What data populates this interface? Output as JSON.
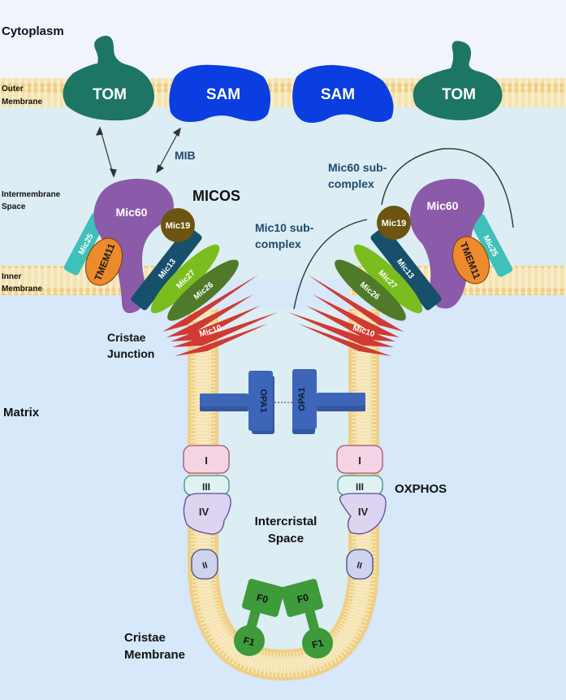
{
  "regions": {
    "cytoplasm": "Cytoplasm",
    "outer_membrane": [
      "Outer",
      "Membrane"
    ],
    "intermembrane_space": [
      "Intermembrane",
      "Space"
    ],
    "inner_membrane": [
      "Inner",
      "Membrane"
    ],
    "matrix": "Matrix",
    "cristae_junction": [
      "Cristae",
      "Junction"
    ],
    "intercristal_space": [
      "Intercristal",
      "Space"
    ],
    "cristae_membrane": [
      "Cristae",
      "Membrane"
    ]
  },
  "complexes": {
    "tom": "TOM",
    "sam": "SAM",
    "mib": "MIB",
    "micos": "MICOS",
    "oxphos": "OXPHOS",
    "mic60_subcomplex": [
      "Mic60 sub-",
      "complex"
    ],
    "mic10_subcomplex": [
      "Mic10 sub-",
      "complex"
    ]
  },
  "proteins": {
    "mic60": "Mic60",
    "mic19": "Mic19",
    "mic25": "Mic25",
    "tmem11": "TMEM11",
    "mic13": "Mic13",
    "mic27": "Mic27",
    "mic26": "Mic26",
    "mic10": "Mic10",
    "opa1": "OPA1",
    "complex_i": "I",
    "complex_ii": "II",
    "complex_iii": "III",
    "complex_iv": "IV",
    "f0": "F0",
    "f1": "F1"
  },
  "colors": {
    "cytoplasm_bg": "#f1f4fb",
    "ims_bg": "#dcedf3",
    "matrix_bg": "#d6e8fa",
    "lipid": "#f2d9a0",
    "tom": "#1d7563",
    "sam": "#0a3ee0",
    "mic60": "#8b5aa8",
    "mic19": "#6b5510",
    "mic25": "#3fc0b8",
    "tmem11": "#ec8a2c",
    "mic13": "#16506b",
    "mic27": "#7bbd1e",
    "mic26": "#4f7a2a",
    "mic10": "#d03a35",
    "opa1": "#3d66b8",
    "atp_synthase": "#3e9a3a",
    "label_blue": "#1f4a6e"
  }
}
